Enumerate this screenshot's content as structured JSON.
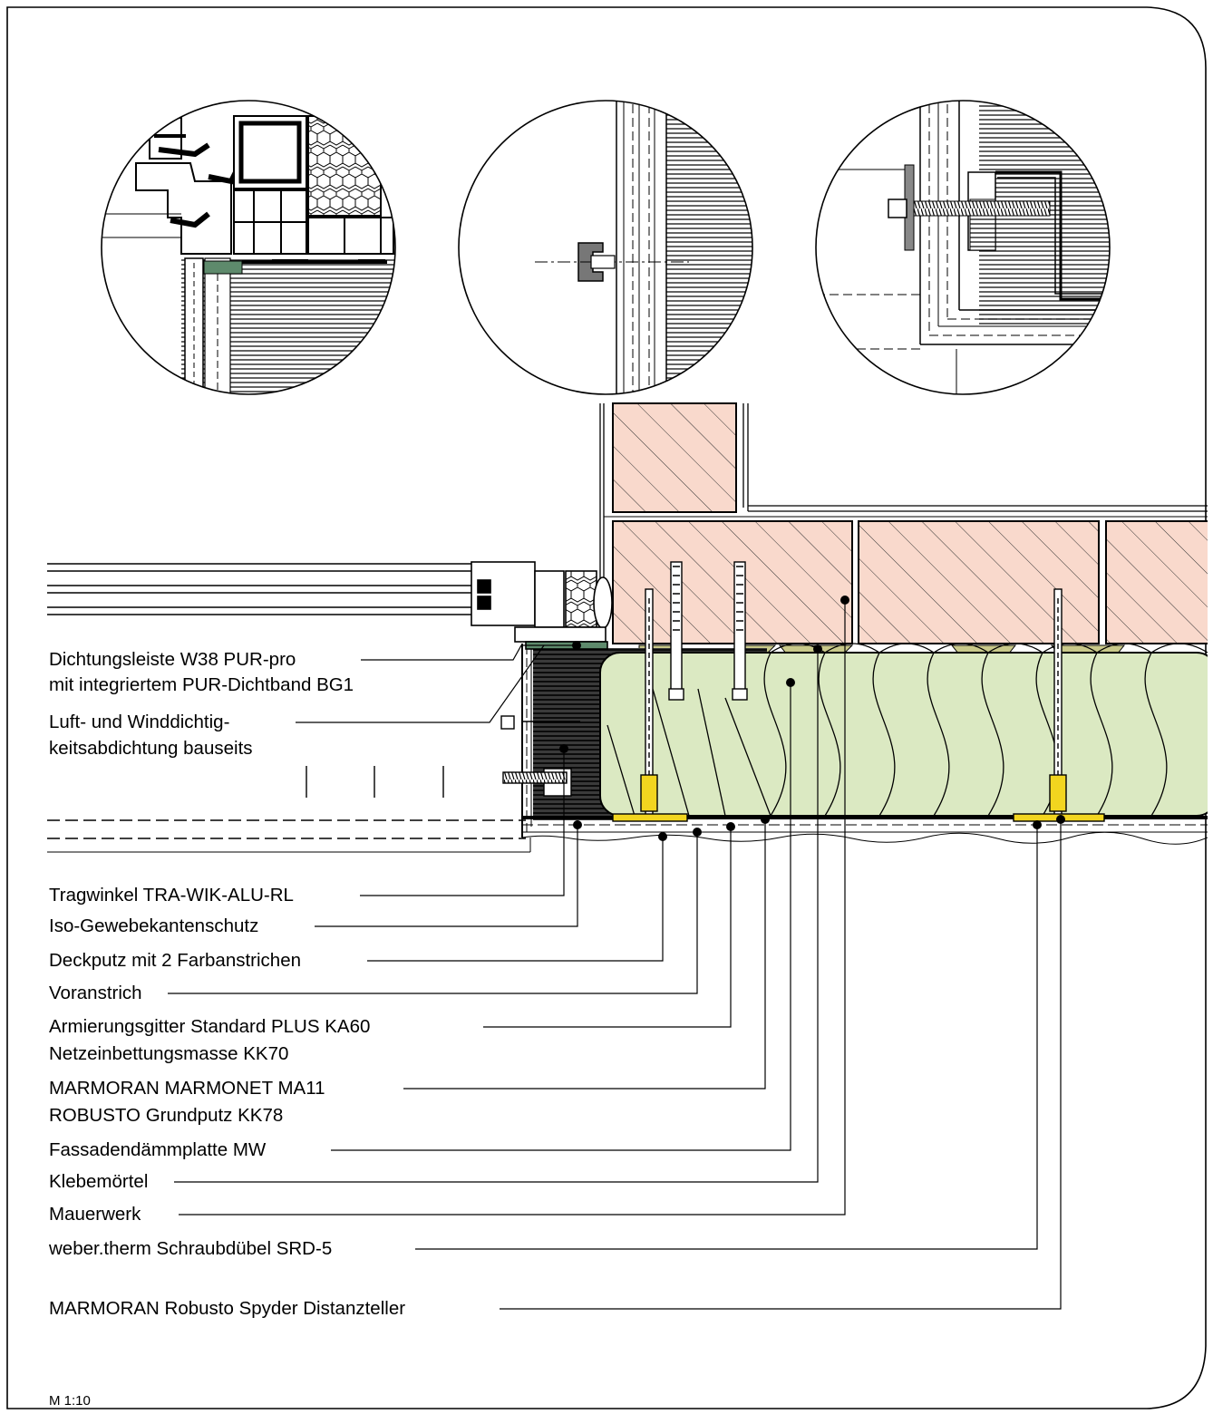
{
  "labels": {
    "dichtungsleiste_1": "Dichtungsleiste W38 PUR-pro",
    "dichtungsleiste_2": "mit integriertem PUR-Dichtband BG1",
    "luft_1": "Luft- und Winddichtig-",
    "luft_2": "keitsabdichtung bauseits",
    "tragwinkel": "Tragwinkel TRA-WIK-ALU-RL",
    "iso": "Iso-Gewebekantenschutz",
    "deckputz": "Deckputz mit 2 Farbanstrichen",
    "voranstrich": "Voranstrich",
    "armierung": "Armierungsgitter Standard PLUS KA60",
    "netzeinbettung": "Netzeinbettungsmasse KK70",
    "marmonet": "MARMORAN MARMONET MA11",
    "robusto": "ROBUSTO Grundputz KK78",
    "fassade": "Fassadendämmplatte MW",
    "klebe": "Klebemörtel",
    "mauerwerk": "Mauerwerk",
    "schraubduebel": "weber.therm Schraubdübel SRD-5",
    "spyder": "MARMORAN Robusto Spyder Distanzteller"
  },
  "scale": "M 1:10",
  "colors": {
    "brick": "#f9d9cc",
    "insulation": "#dbe9c2",
    "adhesive": "#c9c98a",
    "dowel": "#f2d51f",
    "frame_green": "#5e8a6c"
  }
}
